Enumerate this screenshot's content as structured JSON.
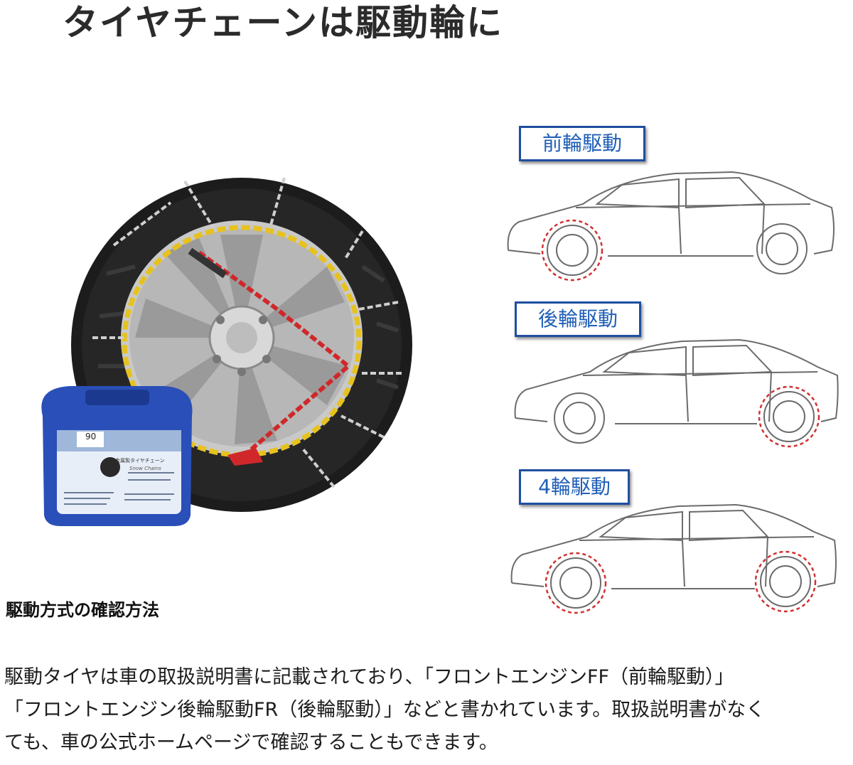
{
  "title": "タイヤチェーンは駆動輪に",
  "drive_labels": {
    "front": "前輪駆動",
    "rear": "後輪駆動",
    "four": "4輪駆動"
  },
  "case": {
    "size_label": "90",
    "product_title": "金属製タイヤチェーン",
    "product_subtitle": "Snow Chains"
  },
  "section_heading": "駆動方式の確認方法",
  "body_lines": [
    "駆動タイヤは車の取扱説明書に記載されており、「フロントエンジンFF（前輪駆動）」",
    "「フロントエンジン後輪駆動FR（後輪駆動）」などと書かれています。取扱説明書がなく",
    "ても、車の公式ホームページで確認することもできます。"
  ],
  "colors": {
    "label_border": "#1f4fa0",
    "label_text": "#1f5fb8",
    "highlight": "#d23030",
    "case_blue": "#2a4fb8"
  }
}
